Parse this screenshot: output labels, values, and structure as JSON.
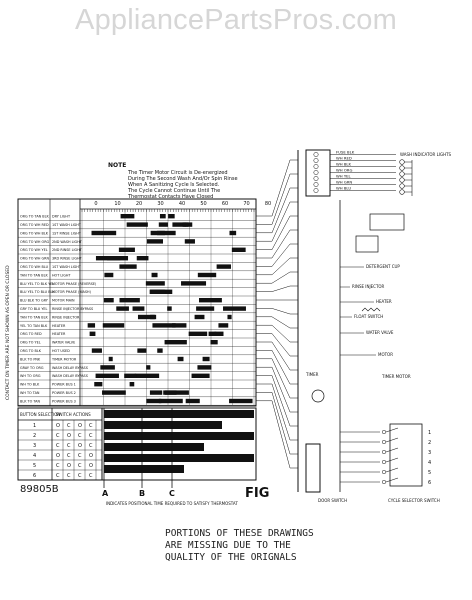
{
  "watermark": {
    "text": "AppliancePartsPros.com"
  },
  "note": {
    "heading": "NOTE",
    "lines": [
      "The Timer Motor Circuit is De-energized",
      "During The Second Wash And/Or Spin Rinse",
      "When A Sanitizing Cycle Is Selected.",
      "The Cycle Cannot Continue Until The",
      "Thermostat Contacts Have Closed"
    ]
  },
  "timer_chart": {
    "time_scale": [
      "0",
      "10",
      "20",
      "30",
      "40",
      "50",
      "60",
      "70",
      "80"
    ],
    "rows": [
      {
        "circuit": "ORG TO TAN BLK",
        "function": "DRY LIGHT"
      },
      {
        "circuit": "ORG TO WH RED",
        "function": "1ST WASH LIGHT"
      },
      {
        "circuit": "ORG TO WH BLK",
        "function": "1ST RINSE LIGHT"
      },
      {
        "circuit": "ORG TO WH ORG",
        "function": "2ND WASH LIGHT"
      },
      {
        "circuit": "ORG TO WH YEL",
        "function": "2ND RINSE LIGHT"
      },
      {
        "circuit": "ORG TO WH GRN",
        "function": "3RD RINSE LIGHT"
      },
      {
        "circuit": "ORG TO WH BLU",
        "function": "1ST WASH LIGHT"
      },
      {
        "circuit": "TAN TO TAN BLK",
        "function": "HOT LIGHT"
      },
      {
        "circuit": "BLU YEL TO BLK YEL",
        "function": "MOTOR PHASE (REVERSE)"
      },
      {
        "circuit": "BLU YEL TO BLU BLK",
        "function": "MOTOR PHASE (WASH)"
      },
      {
        "circuit": "BLU BLK TO GRY",
        "function": "MOTOR MAIN"
      },
      {
        "circuit": "GRY TO BLU YEL",
        "function": "RINSE INJECTOR BYPASS"
      },
      {
        "circuit": "TAN TO TAN BLK",
        "function": "RINSE INJECTOR"
      },
      {
        "circuit": "YEL TO TAN BLK",
        "function": "HEATER"
      },
      {
        "circuit": "ORG TO RED",
        "function": "HEATER"
      },
      {
        "circuit": "ORG TO YEL",
        "function": "WATER VALVE"
      },
      {
        "circuit": "ORG TO BLK",
        "function": "HOT USED"
      },
      {
        "circuit": "BLK TO PNK",
        "function": "TIMER MOTOR"
      },
      {
        "circuit": "GRAY TO ORG",
        "function": "WASH DELAY BYPASS"
      },
      {
        "circuit": "WH TO ORG",
        "function": "WASH DELAY BYPASS"
      },
      {
        "circuit": "WH TO BLK",
        "function": "POWER BUS 1"
      },
      {
        "circuit": "WH TO TAN",
        "function": "POWER BUS 2"
      },
      {
        "circuit": "BLK TO TAN",
        "function": "POWER BUS 3"
      }
    ]
  },
  "switch_table": {
    "col1_header": "BUTTON SELECTION",
    "col2_header": "SWITCH ACTIONS",
    "rows": [
      {
        "button": "1",
        "actions": [
          "O",
          "C",
          "O",
          "C"
        ]
      },
      {
        "button": "2",
        "actions": [
          "C",
          "O",
          "C",
          "C"
        ]
      },
      {
        "button": "3",
        "actions": [
          "C",
          "C",
          "O",
          "C"
        ]
      },
      {
        "button": "4",
        "actions": [
          "O",
          "C",
          "C",
          "O"
        ]
      },
      {
        "button": "5",
        "actions": [
          "C",
          "O",
          "C",
          "O"
        ]
      },
      {
        "button": "6",
        "actions": [
          "C",
          "C",
          "C",
          "C"
        ]
      }
    ]
  },
  "cycle_markers": [
    "A",
    "B",
    "C"
  ],
  "part_number": "89805B",
  "footnote": "INDICATES POSITIONAL TIME REQUIRED TO SATISFY THERMOSTAT",
  "figure_label": "FIG",
  "side_caption": "CONTACT ON TIMER ARE NOT SHOWN AS OPEN OR CLOSED",
  "wiring": {
    "plug_wires": [
      "FUSE BLK",
      "WH RED",
      "WH BLK",
      "WH ORG",
      "WH YEL",
      "WH GRN",
      "WH BLU"
    ],
    "indicator_label": "WASH INDICATOR LIGHTS",
    "components": [
      "DETERGENT CUP",
      "RINSE INJECTOR",
      "HEATER",
      "FLOAT SWITCH",
      "WATER VALVE",
      "MOTOR",
      "TIMER",
      "TIMER MOTOR",
      "DOOR SWITCH",
      "CYCLE SELECTOR SWITCH"
    ]
  },
  "missing_notice": "PORTIONS OF THESE DRAWINGS\nARE MISSING DUE TO THE\nQUALITY OF THE ORIGNALS"
}
